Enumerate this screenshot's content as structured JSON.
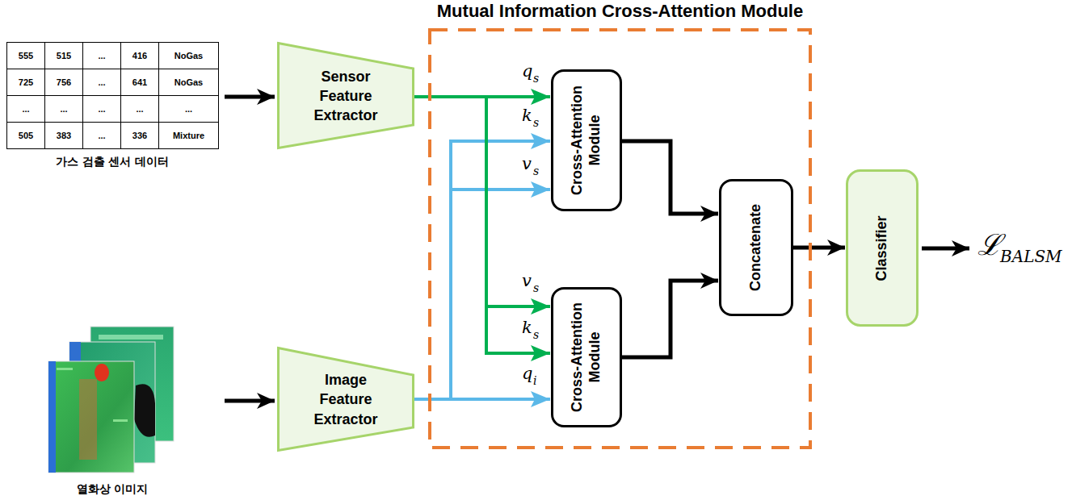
{
  "diagram": {
    "nodes": [
      {
        "text": [
          "Sensor Feature Extractor"
        ]
      },
      {
        "text": [
          "Image Feature Extractor"
        ]
      },
      {
        "text": [
          "Mutual Information Cross-Attention Module"
        ]
      },
      {
        "text": [
          "Cross-Attention Module"
        ],
        "in": 2
      },
      {
        "text": [
          "Cross-Attention Module"
        ],
        "in": 2
      },
      {
        "text": [
          "Concatenate"
        ],
        "in": 2
      },
      {
        "text": [
          "Classifier"
        ]
      }
    ],
    "edges": [
      {
        "from": 0,
        "to": 3,
        "arrow": "to"
      },
      {
        "from": 1,
        "to": 3,
        "arrow": "to"
      },
      {
        "from": 1,
        "to": 3,
        "arrow": "to"
      },
      {
        "from": 0,
        "to": 4,
        "arrow": "to"
      },
      {
        "from": 0,
        "to": 4,
        "arrow": "to"
      },
      {
        "from": 1,
        "to": 4,
        "arrow": "to"
      },
      {
        "from": 3,
        "to": 5,
        "arrow": "to"
      },
      {
        "from": 4,
        "to": 5,
        "arrow": "to"
      },
      {
        "from": 5,
        "to": 6,
        "arrow": "to"
      }
    ],
    "labels": [
      "555",
      "515",
      "...",
      "416",
      "NoGas",
      "725",
      "756",
      "...",
      "641",
      "NoGas",
      "...",
      "...",
      "...",
      "...",
      "...",
      "505",
      "383",
      "...",
      "336",
      "Mixture",
      "가스 검출 센서 데이터",
      "열화상 이미지",
      "q",
      "s",
      "k",
      "s",
      "v",
      "s",
      "v",
      "s",
      "k",
      "s",
      "q",
      "i",
      "ℒ",
      "BALSM"
    ]
  }
}
